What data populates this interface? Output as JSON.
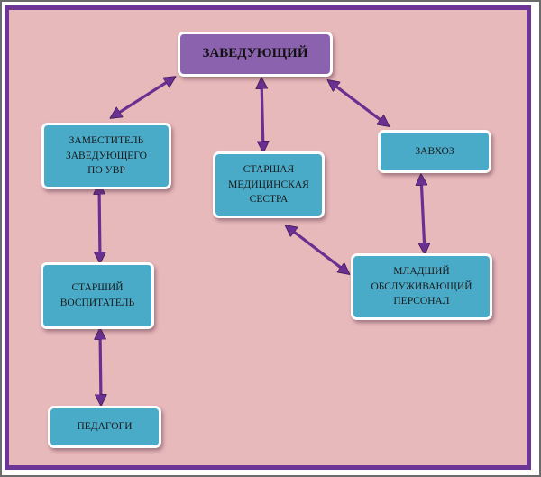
{
  "diagram": {
    "nodes": {
      "head": "ЗАВЕДУЮЩИЙ",
      "deputy": "ЗАМЕСТИТЕЛЬ\nЗАВЕДУЮЩЕГО\nПО УВР",
      "nurse": "СТАРШАЯ\nМЕДИЦИНСКАЯ\nСЕСТРА",
      "supply": "ЗАВХОЗ",
      "senior_teacher": "СТАРШИЙ\nВОСПИТАТЕЛЬ",
      "junior_staff": "МЛАДШИЙ\nОБСЛУЖИВАЮЩИЙ\nПЕРСОНАЛ",
      "teachers": "ПЕДАГОГИ"
    },
    "colors": {
      "root_box": "#8b62ad",
      "box": "#4aabc9",
      "arrow": "#6a2f90",
      "background": "#e8b9bb",
      "border": "#6d3596"
    }
  }
}
